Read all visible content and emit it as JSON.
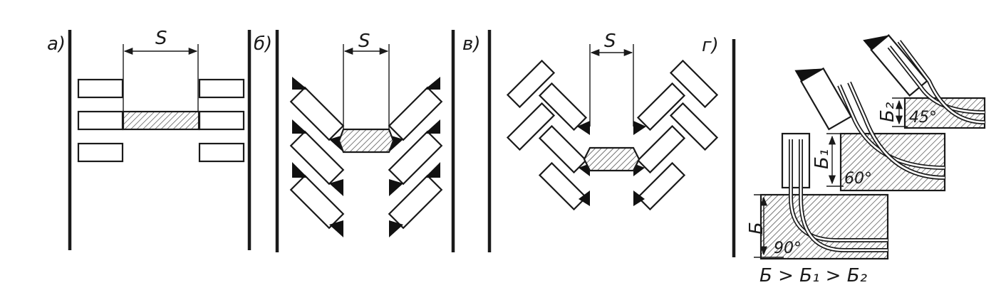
{
  "labels": {
    "panel_a": "а)",
    "panel_b": "б)",
    "panel_v": "в)",
    "panel_g": "г)",
    "spacing_a": "S",
    "spacing_b": "S",
    "spacing_v": "S",
    "height_b": "Б",
    "height_b1": "Б₁",
    "height_b2": "Б₂",
    "angle_90": "90°",
    "angle_60": "60°",
    "angle_45": "45°",
    "relation": "Б > Б₁ > Б₂"
  }
}
